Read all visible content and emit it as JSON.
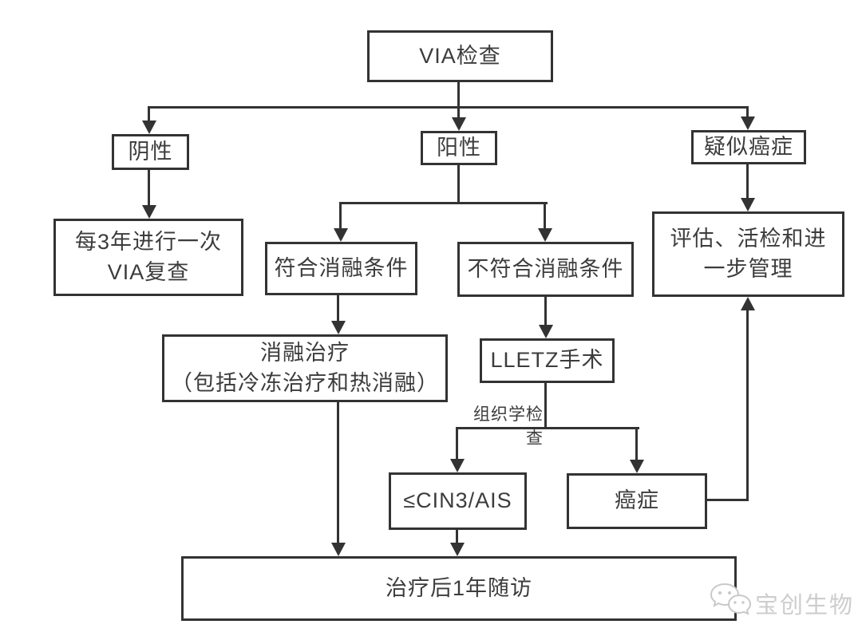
{
  "page": {
    "background_color": "#ffffff",
    "line_color": "#333333",
    "text_color": "#3c3c3c",
    "watermark_color": "#cdcdcd"
  },
  "flowchart": {
    "nodes": {
      "via": {
        "label": "VIA检查"
      },
      "negative": {
        "label": "阴性"
      },
      "positive": {
        "label": "阳性"
      },
      "suspected_cancer": {
        "label": "疑似癌症"
      },
      "via_recheck": {
        "label": "每3年进行一次\nVIA复查"
      },
      "ablation_eligible": {
        "label": "符合消融条件"
      },
      "ablation_not_eligible": {
        "label": "不符合消融条件"
      },
      "evaluate_biopsy_manage": {
        "label": "评估、活检和进\n一步管理"
      },
      "ablation_treatment": {
        "label": "消融治疗\n（包括冷冻治疗和热消融）"
      },
      "lletz_surgery": {
        "label": "LLETZ手术"
      },
      "cin3_ais": {
        "label": "≤CIN3/AIS"
      },
      "cancer": {
        "label": "癌症"
      },
      "followup": {
        "label": "治疗后1年随访"
      }
    },
    "edge_labels": {
      "histology": "组织学检查"
    }
  },
  "watermark": {
    "brand": "宝创生物",
    "icon": "wechat-icon"
  }
}
